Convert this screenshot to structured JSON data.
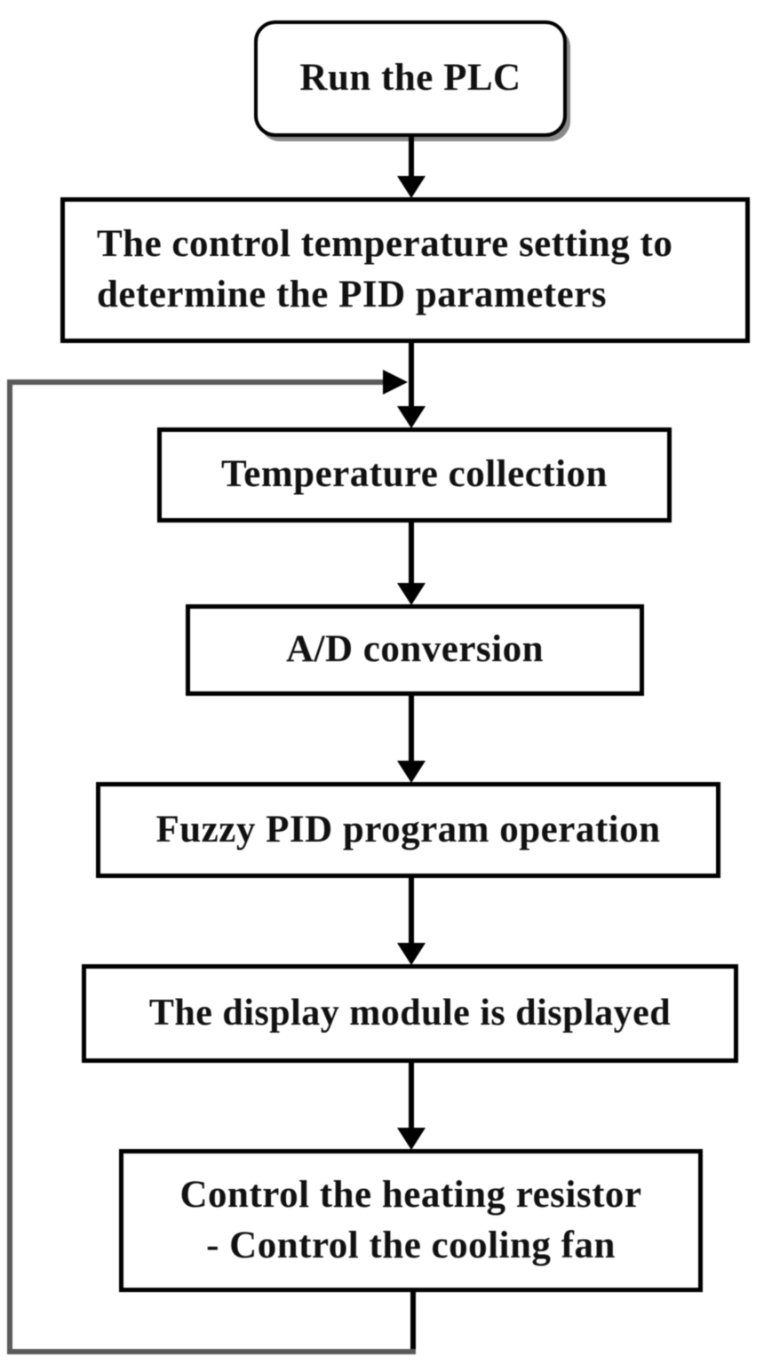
{
  "flowchart": {
    "nodes": [
      {
        "id": "run-plc",
        "shape": "rounded-rect",
        "lines": [
          "Run the PLC"
        ]
      },
      {
        "id": "temperature-setting",
        "shape": "rect",
        "lines": [
          "The control temperature setting to",
          "determine the PID parameters"
        ]
      },
      {
        "id": "temperature-collection",
        "shape": "rect",
        "lines": [
          "Temperature collection"
        ]
      },
      {
        "id": "ad-conversion",
        "shape": "rect",
        "lines": [
          "A/D conversion"
        ]
      },
      {
        "id": "fuzzy-pid-operation",
        "shape": "rect",
        "lines": [
          "Fuzzy PID program operation"
        ]
      },
      {
        "id": "display-module",
        "shape": "rect",
        "lines": [
          "The display module is displayed"
        ]
      },
      {
        "id": "control-outputs",
        "shape": "rect",
        "lines": [
          "Control the heating resistor",
          "- Control the cooling fan"
        ]
      }
    ],
    "edges": [
      {
        "from": "run-plc",
        "to": "temperature-setting",
        "type": "arrow-down"
      },
      {
        "from": "temperature-setting",
        "to": "temperature-collection",
        "type": "arrow-down"
      },
      {
        "from": "temperature-collection",
        "to": "ad-conversion",
        "type": "arrow-down"
      },
      {
        "from": "ad-conversion",
        "to": "fuzzy-pid-operation",
        "type": "arrow-down"
      },
      {
        "from": "fuzzy-pid-operation",
        "to": "display-module",
        "type": "arrow-down"
      },
      {
        "from": "display-module",
        "to": "control-outputs",
        "type": "arrow-down"
      },
      {
        "from": "control-outputs",
        "to": "temperature-collection",
        "type": "feedback-loop-left"
      }
    ],
    "colors": {
      "background": "#ffffff",
      "node_fill": "#ffffff",
      "node_border": "#000000",
      "text": "#111111",
      "connector": "#000000",
      "feedback_loop": "#5a5a5a",
      "start_shadow": "#8a8a8a"
    }
  }
}
